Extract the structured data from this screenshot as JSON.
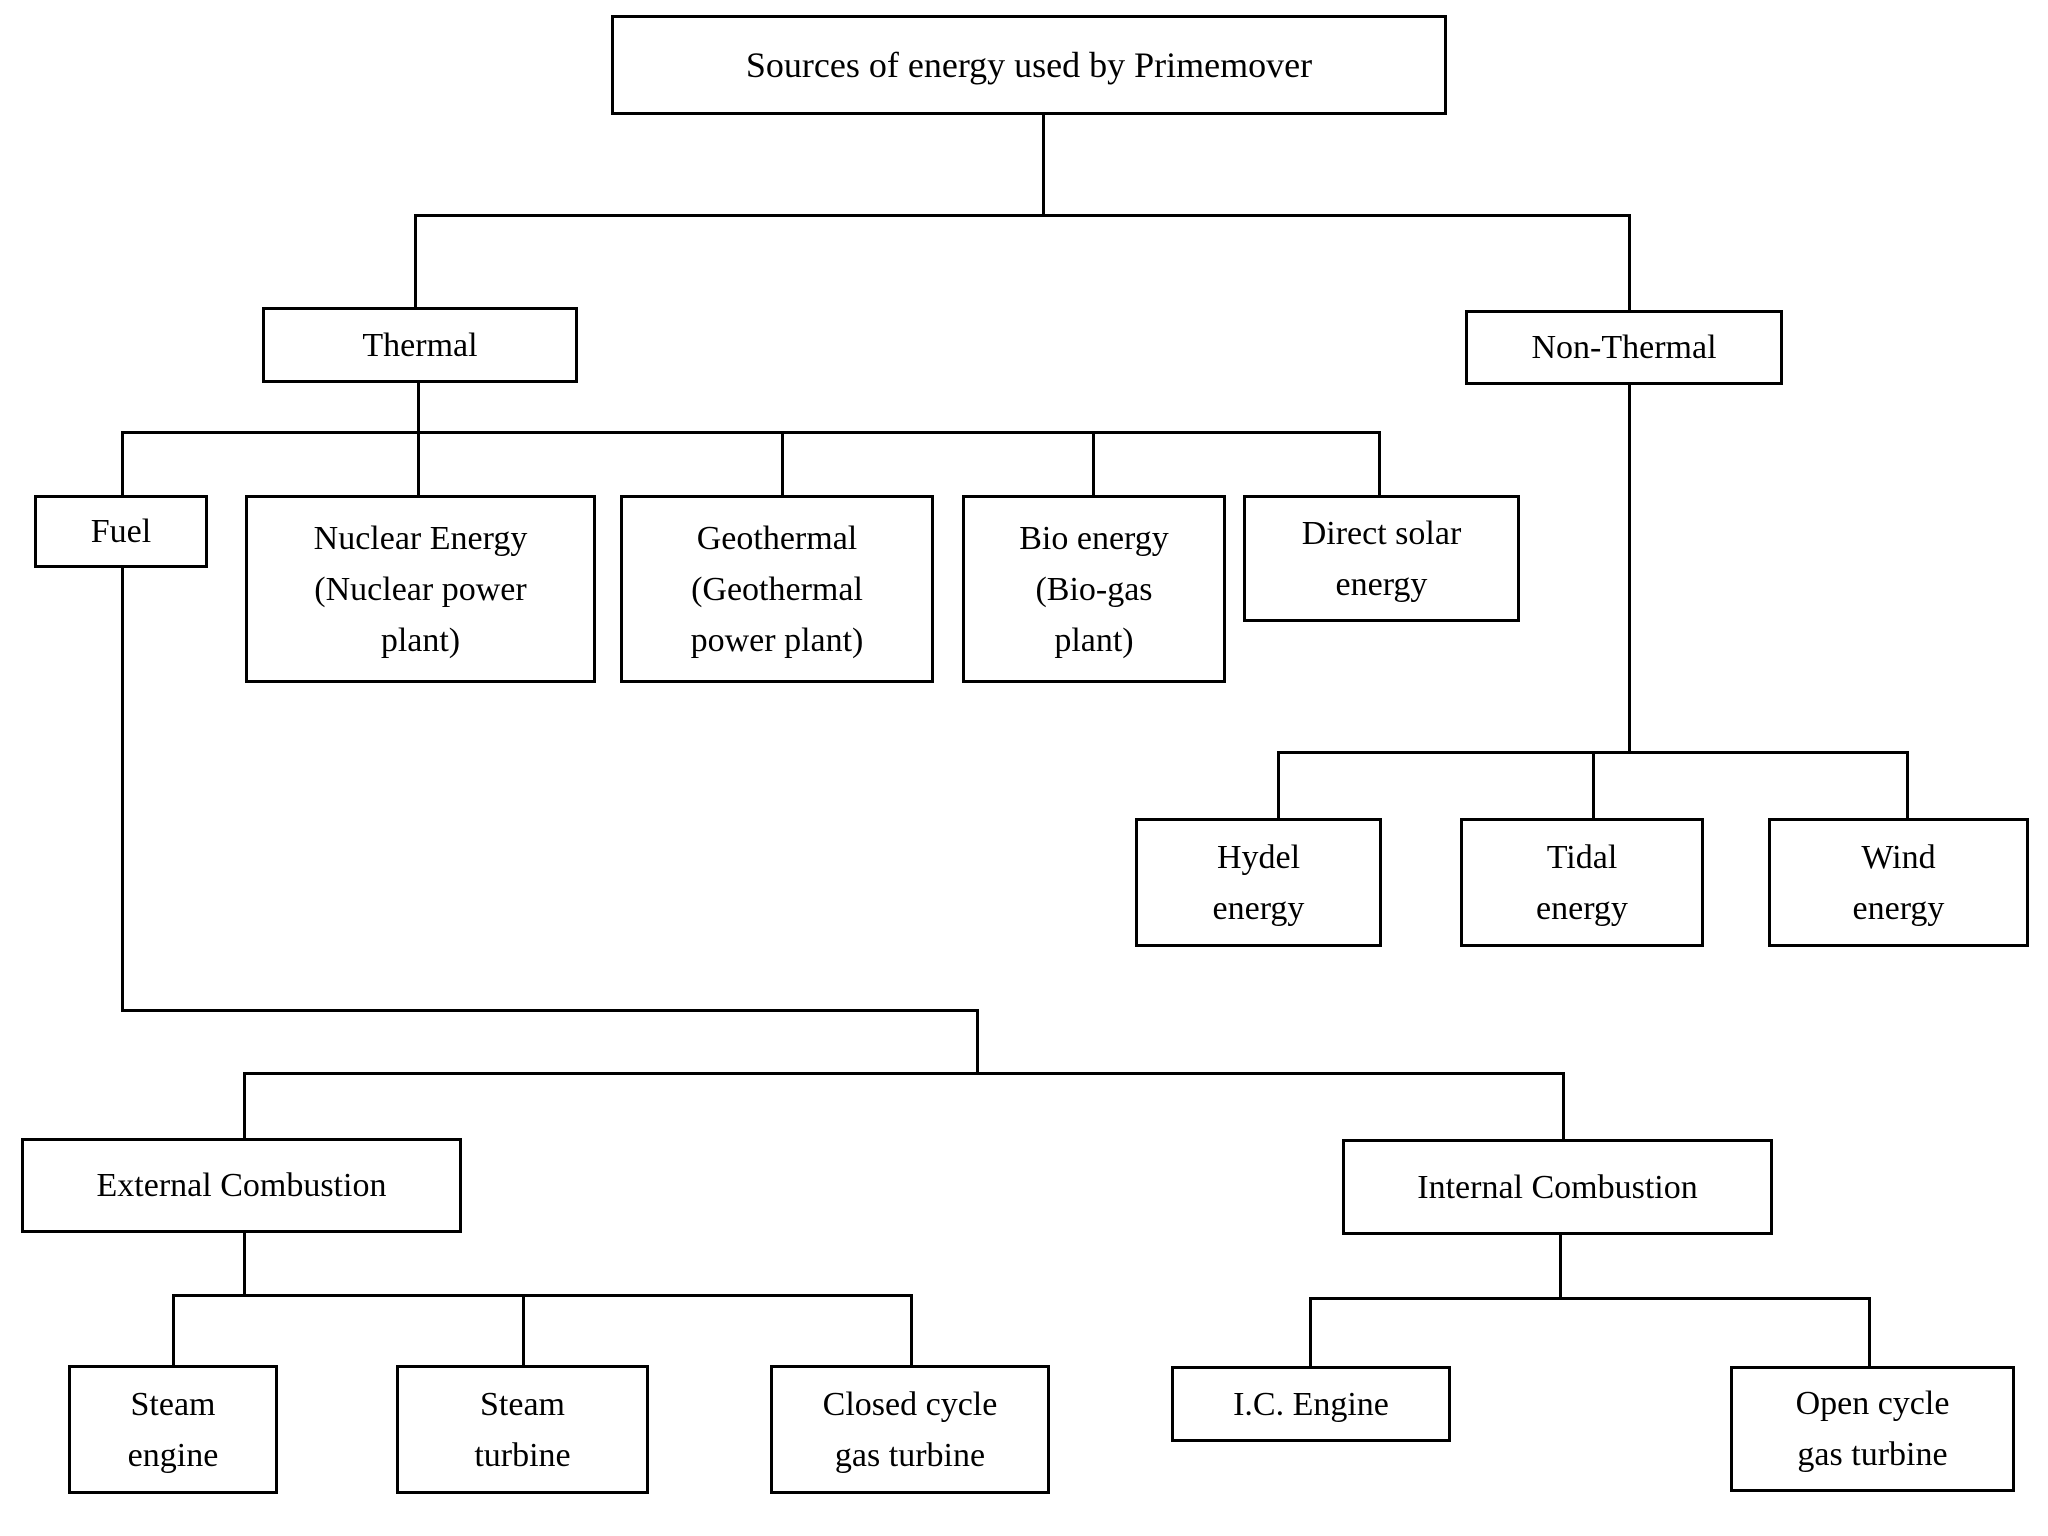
{
  "diagram": {
    "colors": {
      "background": "#ffffff",
      "line": "#000000",
      "text": "#000000"
    },
    "nodes": {
      "root": {
        "label": "Sources of energy used by Primemover"
      },
      "thermal": {
        "label": "Thermal"
      },
      "non_thermal": {
        "label": "Non-Thermal"
      },
      "fuel": {
        "label": "Fuel"
      },
      "nuclear": {
        "label": "Nuclear Energy\n(Nuclear power\nplant)"
      },
      "geothermal": {
        "label": "Geothermal\n(Geothermal\npower plant)"
      },
      "bio_energy": {
        "label": "Bio energy\n(Bio-gas\nplant)"
      },
      "direct_solar": {
        "label": "Direct solar\nenergy"
      },
      "hydel": {
        "label": "Hydel\nenergy"
      },
      "tidal": {
        "label": "Tidal\nenergy"
      },
      "wind": {
        "label": "Wind\nenergy"
      },
      "external_combustion": {
        "label": "External Combustion"
      },
      "internal_combustion": {
        "label": "Internal Combustion"
      },
      "steam_engine": {
        "label": "Steam\nengine"
      },
      "steam_turbine": {
        "label": "Steam\nturbine"
      },
      "closed_cycle": {
        "label": "Closed cycle\ngas turbine"
      },
      "ic_engine": {
        "label": "I.C. Engine"
      },
      "open_cycle": {
        "label": "Open cycle\ngas turbine"
      }
    }
  }
}
